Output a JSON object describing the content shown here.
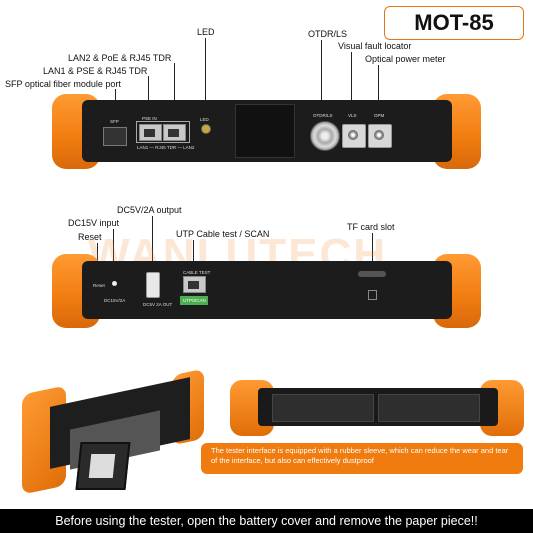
{
  "model": "MOT-85",
  "watermark": "WANLUTECH",
  "top_callouts": {
    "led": "LED",
    "lan2": "LAN2 & PoE & RJ45 TDR",
    "lan1": "LAN1 & PSE & RJ45 TDR",
    "sfp": "SFP optical fiber module port",
    "otdr": "OTDR/LS",
    "vfl": "Visual fault locator",
    "opm": "Optical power meter"
  },
  "top_panel_labels": {
    "sfp": "SFP",
    "pse_in": "PSE IN",
    "lan_tdr": "LAN1 — RJ45 TDR — LAN2",
    "led": "LED",
    "otdr_ls": "OTDR/LS",
    "vls": "VLS",
    "opm": "OPM"
  },
  "bottom_callouts": {
    "dc5v": "DC5V/2A output",
    "dc15v": "DC15V input",
    "reset": "Reset",
    "utp": "UTP Cable test / SCAN",
    "tf": "TF card slot"
  },
  "bottom_panel_labels": {
    "reset": "Reset",
    "dc15v": "DC15V/2A",
    "dc5v": "DC5V 2A OUT",
    "cable_test": "CABLE TEST",
    "utp_scan": "UTP/SCAN"
  },
  "note": "The tester interface is equipped with a rubber sleeve, which can reduce the wear and tear of the interface, but also can effectively dustproof",
  "footer": "Before using the tester, open the battery cover and remove the paper piece!!"
}
